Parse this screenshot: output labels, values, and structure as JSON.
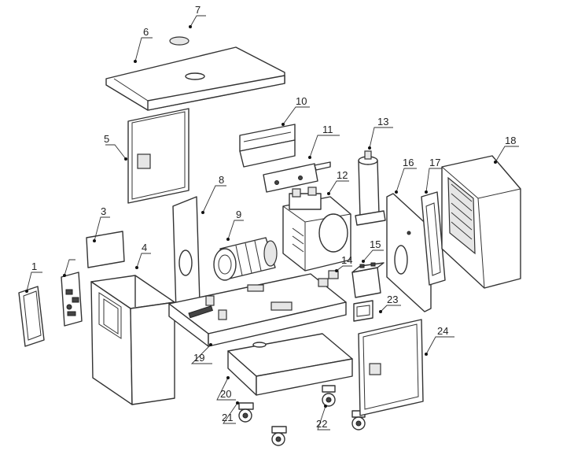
{
  "diagram": {
    "callouts": {
      "c1": "1",
      "c3": "3",
      "c4": "4",
      "c5": "5",
      "c6": "6",
      "c7": "7",
      "c8": "8",
      "c9": "9",
      "c10": "10",
      "c11": "11",
      "c12": "12",
      "c13": "13",
      "c14": "14",
      "c15": "15",
      "c16": "16",
      "c17": "17",
      "c18": "18",
      "c19": "19",
      "c20": "20",
      "c21": "21",
      "c22": "22",
      "c23": "23",
      "c24": "24"
    },
    "line_color": "#333333"
  }
}
